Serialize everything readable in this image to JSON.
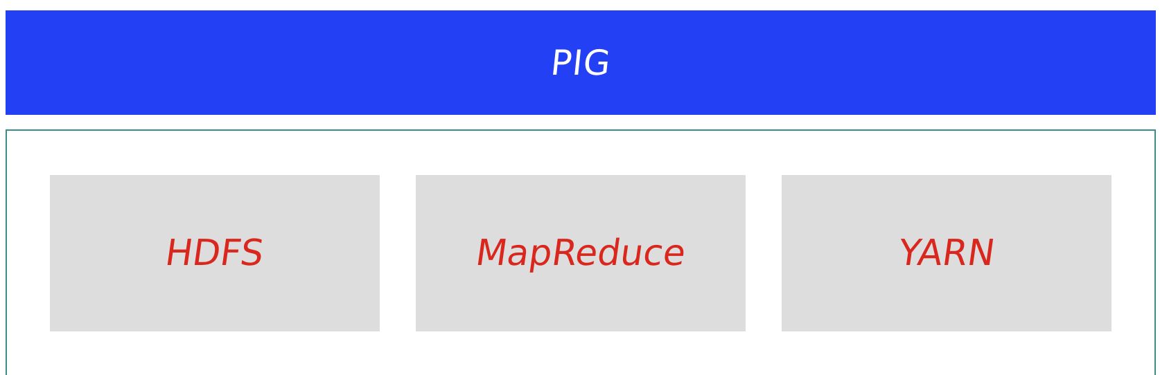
{
  "top_layer": {
    "label": "PIG"
  },
  "components": [
    {
      "label": "HDFS"
    },
    {
      "label": "MapReduce"
    },
    {
      "label": "YARN"
    }
  ],
  "colors": {
    "top_bar": "#2340f4",
    "top_label": "#ffffff",
    "component_fill": "#dddddd",
    "component_label": "#d9271d",
    "container_border": "#3b8a8c"
  }
}
